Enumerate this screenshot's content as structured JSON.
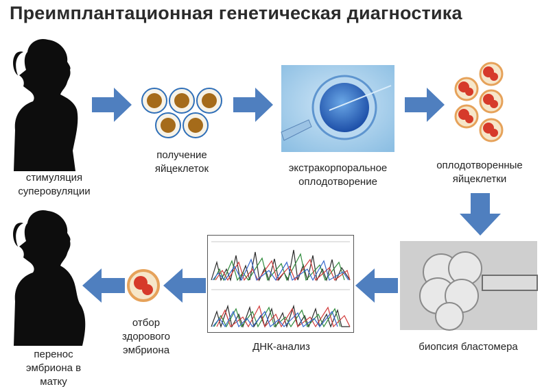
{
  "title": "Преимплантационная генетическая диагностика",
  "steps": {
    "stimulation": {
      "line1": "стимуляция",
      "line2": "суперовуляции"
    },
    "retrieval": {
      "line1": "получение",
      "line2": "яйцеклеток"
    },
    "ivf": {
      "line1": "экстракорпоральное",
      "line2": "оплодотворение"
    },
    "fertilized": {
      "line1": "оплодотворенные",
      "line2": "яйцеклетки"
    },
    "biopsy": {
      "line1": "биопсия бластомера"
    },
    "dna": {
      "line1": "ДНК-анализ"
    },
    "selection": {
      "line1": "отбор",
      "line2": "здорового",
      "line3": "эмбриона"
    },
    "transfer": {
      "line1": "перенос",
      "line2": "эмбриона в",
      "line3": "матку"
    }
  },
  "colors": {
    "arrow": "#4f7fbf",
    "silhouette": "#0d0d0d",
    "yolk": "#a56b1a",
    "cell_ring": "#2f6fb8",
    "embryo_red": "#d63a2a"
  }
}
